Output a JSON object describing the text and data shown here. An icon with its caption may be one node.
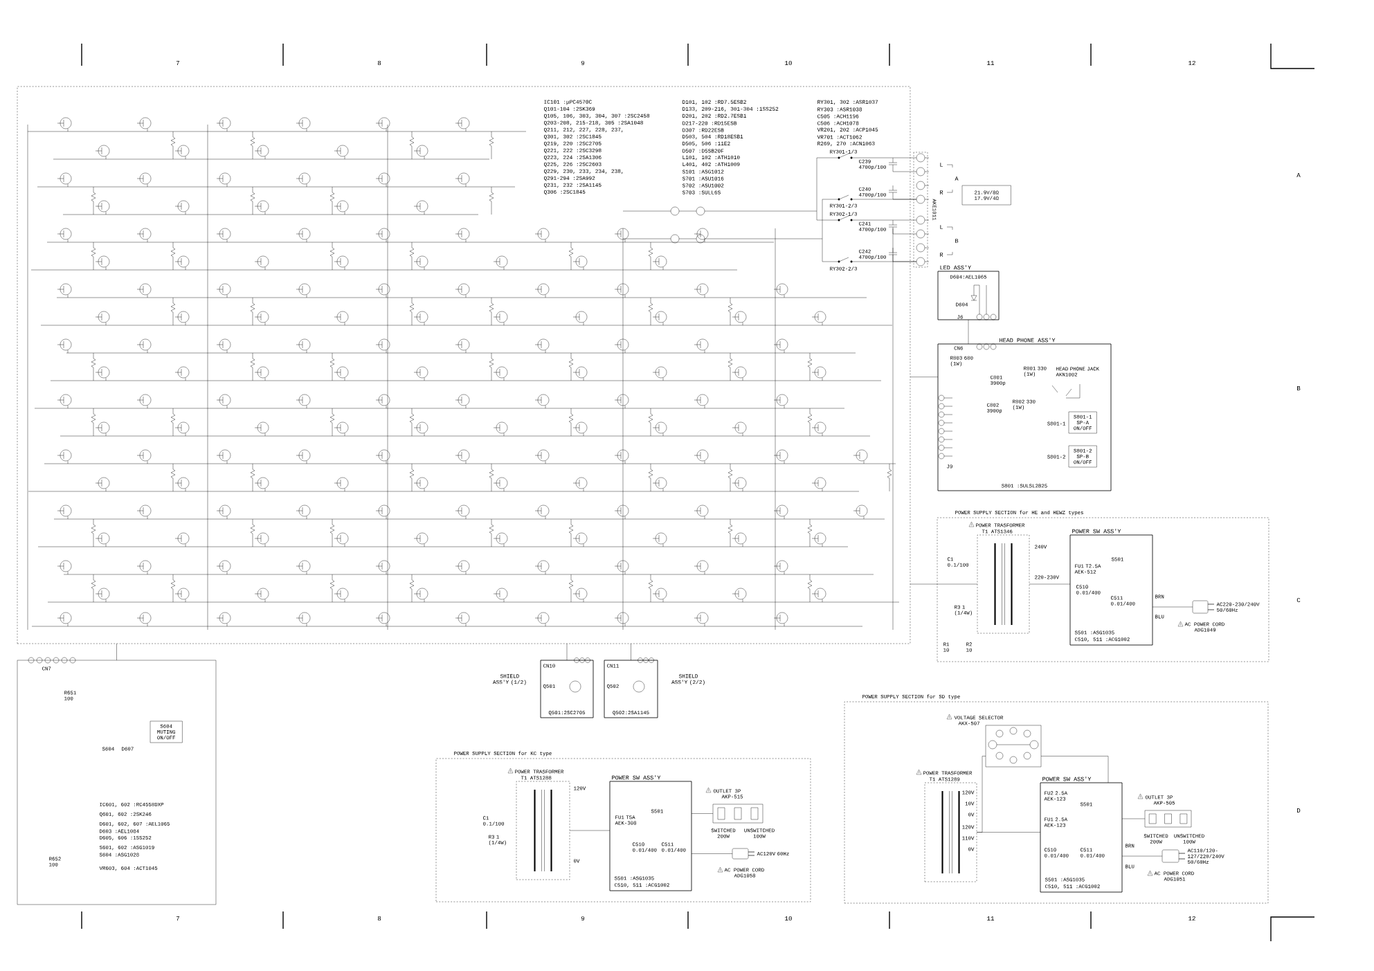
{
  "diagram": {
    "nodes": [
      {
        "text": [],
        "shape": "box"
      },
      {
        "text": [
          "21.9V/8Ω 17.9V/4Ω"
        ]
      },
      {
        "text": [
          "LED ASS'Y",
          "D604:AEL1065"
        ]
      },
      {
        "text": [
          "HEAD PHONE ASS'Y",
          "S801 :SULSL2B25"
        ]
      },
      {
        "text": [
          "S801-1 SP-A ON/OFF"
        ],
        "in": 3
      },
      {
        "text": [
          "S801-2 SP-B ON/OFF"
        ],
        "in": 3
      },
      {
        "text": [
          "POWER SUPPLY SECTION for HE and HEWZ types"
        ]
      },
      {
        "text": [
          "POWER TRASFORMER",
          "T1 ATS1346"
        ],
        "in": 6
      },
      {
        "text": [
          "POWER SW ASS'Y",
          "S501 :ASG1035",
          "C510, 511 :ACG1002"
        ],
        "in": 6
      },
      {
        "text": [
          "AC POWER CORD",
          "ADG1049"
        ],
        "beside": [
          "AC220-230/240V 50/60Hz"
        ],
        "in": 6
      },
      {
        "text": [
          "SHIELD ASS'Y (1/2)",
          "Q501:2SC2705"
        ]
      },
      {
        "text": [
          "SHIELD ASS'Y (2/2)",
          "Q502:2SA1145"
        ]
      },
      {
        "text": [],
        "shape": "box"
      },
      {
        "text": [
          "S604 MUTING ON/OFF"
        ],
        "in": 12
      },
      {
        "text": [
          "POWER SUPPLY SECTION for KC type"
        ]
      },
      {
        "text": [
          "POWER TRASFORMER",
          "T1 ATS1288"
        ],
        "in": 14
      },
      {
        "text": [
          "POWER SW ASS'Y",
          "S501 :ASG1035",
          "C510, 511 :ACG1002"
        ],
        "in": 14
      },
      {
        "text": [
          "OUTLET 3P",
          "AKP-515"
        ],
        "in": 14
      },
      {
        "text": [
          "AC POWER CORD",
          "ADG1058"
        ],
        "beside": [
          "AC120V 60Hz"
        ],
        "in": 14
      },
      {
        "text": [
          "POWER SUPPLY SECTION for SD type"
        ]
      },
      {
        "text": [
          "VOLTAGE SELECTOR",
          "AKX-507"
        ],
        "in": 19
      },
      {
        "text": [
          "POWER TRASFORMER",
          "T1 ATS1289"
        ],
        "in": 19
      },
      {
        "text": [
          "POWER SW ASS'Y",
          "S501 :ASG1035",
          "C510, 511 :ACG1002"
        ],
        "in": 19
      },
      {
        "text": [
          "OUTLET 3P",
          "AKP-505"
        ],
        "in": 19
      },
      {
        "text": [
          "AC POWER CORD",
          "ADG1051"
        ],
        "beside": [
          "AC110/120-127/220/240V 50/60Hz"
        ],
        "in": 19
      }
    ],
    "edges": [
      {
        "from": 0,
        "to": 3,
        "arrow": "none"
      },
      {
        "from": 2,
        "to": 3,
        "arrow": "none"
      },
      {
        "from": 0,
        "to": 7,
        "arrow": "none"
      },
      {
        "from": 7,
        "to": 8,
        "arrow": "none"
      },
      {
        "from": 8,
        "to": 9,
        "arrow": "none"
      },
      {
        "from": 0,
        "to": 10,
        "arrow": "none"
      },
      {
        "from": 0,
        "to": 11,
        "arrow": "none"
      },
      {
        "from": 0,
        "to": 12,
        "arrow": "none"
      },
      {
        "from": 15,
        "to": 16,
        "arrow": "none"
      },
      {
        "from": 16,
        "to": 17,
        "arrow": "none"
      },
      {
        "from": 16,
        "to": 18,
        "arrow": "none"
      },
      {
        "from": 21,
        "to": 20,
        "arrow": "none"
      },
      {
        "from": 20,
        "to": 22,
        "arrow": "none"
      },
      {
        "from": 21,
        "to": 22,
        "arrow": "none"
      },
      {
        "from": 22,
        "to": 23,
        "arrow": "none"
      },
      {
        "from": 22,
        "to": 24,
        "arrow": "none"
      }
    ],
    "labels": [
      "7",
      "8",
      "9",
      "10",
      "11",
      "12",
      "IC101 :μPC4570C",
      "Q101-104 :2SK369",
      "Q105, 106, 303, 304, 307 :2SC2458",
      "Q203-208, 215-218, 305 :2SA1048",
      "Q211, 212, 227, 228, 237,",
      "Q301, 302 :2SC1845",
      "Q219, 220 :2SC2705",
      "Q221, 222 :2SC3298",
      "Q223, 224 :2SA1306",
      "Q225, 226 :2SC2603",
      "Q229, 230, 233, 234, 238,",
      "Q291-294 :2SA992",
      "Q231, 232 :2SA1145",
      "Q306 :2SC1845",
      "D101, 102 :RD7.5ESB2",
      "D133, 209-216, 301-304 :1SS252",
      "D201, 202 :RD2.7ESB1",
      "D217-220 :RD15ESB",
      "D307 :RD22ESB",
      "D503, 504 :RD18ESB1",
      "D505, 506 :11E2",
      "D507 :D5SB20F",
      "L101, 102 :ATH1010",
      "L401, 402 :ATH1009",
      "S101 :ASG1012",
      "S701 :ASU1016",
      "S702 :ASU1002",
      "S703 :SULL6S",
      "RY301, 302 :ASR1037",
      "RY303 :ASR1038",
      "C505 :ACH1196",
      "C506 :ACH1078",
      "VR201, 202 :ACP1045",
      "VR701 :ACT1062",
      "R269, 270 :ACN1063",
      "RY301-1/3",
      "C239 4700p/100",
      "C240 4700p/100",
      "RY301-2/3",
      "RY302-1/3",
      "C241 4700p/100",
      "C242 4700p/100",
      "RY302-2/3",
      "AKE1011",
      "L",
      "A",
      "R",
      "L",
      "B",
      "R",
      "A",
      "B",
      "C",
      "D",
      "D604",
      "J6",
      "CN6",
      "R803 680 (1W)",
      "C801 3900p",
      "R801 330 (1W)",
      "HEAD PHONE JACK AKN1002",
      "C802 3900p",
      "R802 330 (1W)",
      "S801-1",
      "S801-2",
      "J9",
      "240V",
      "220-230V",
      "C1 0.1/100",
      "R3 1 (1/4W)",
      "R1 10",
      "R2 10",
      "FU1 T2.5A AEK-512",
      "S501",
      "C510 0.01/400",
      "C511 0.01/400",
      "BRN",
      "BLU",
      "CN10",
      "Q501",
      "CN11",
      "Q502",
      "CN7",
      "R651 100",
      "S604",
      "D607",
      "R652 100",
      "IC601, 602 :RC4558DXP",
      "Q601, 602 :2SK246",
      "D601, 602, 607 :AEL1065",
      "D603 :AEL1084",
      "D605, 606 :1SS252",
      "S601, 602 :ASG1019",
      "S604 :ASG1028",
      "VR603, 604 :ACT1045",
      "120V",
      "0V",
      "C1 0.1/100",
      "R3 1 (1/4W)",
      "FU1 T5A AEK-308",
      "S501",
      "C510 0.01/400",
      "C511 0.01/400",
      "SWITCHED 200W",
      "UNSWITCHED 100W",
      "120V",
      "10V",
      "0V",
      "120V",
      "110V",
      "0V",
      "FU2 2.5A AEK-123",
      "FU1 2.5A AEK-123",
      "S501",
      "C510 0.01/400",
      "C511 0.01/400",
      "BRN",
      "BLU",
      "SWITCHED 200W",
      "UNSWITCHED 100W",
      "7",
      "8",
      "9",
      "10",
      "11",
      "12"
    ]
  }
}
